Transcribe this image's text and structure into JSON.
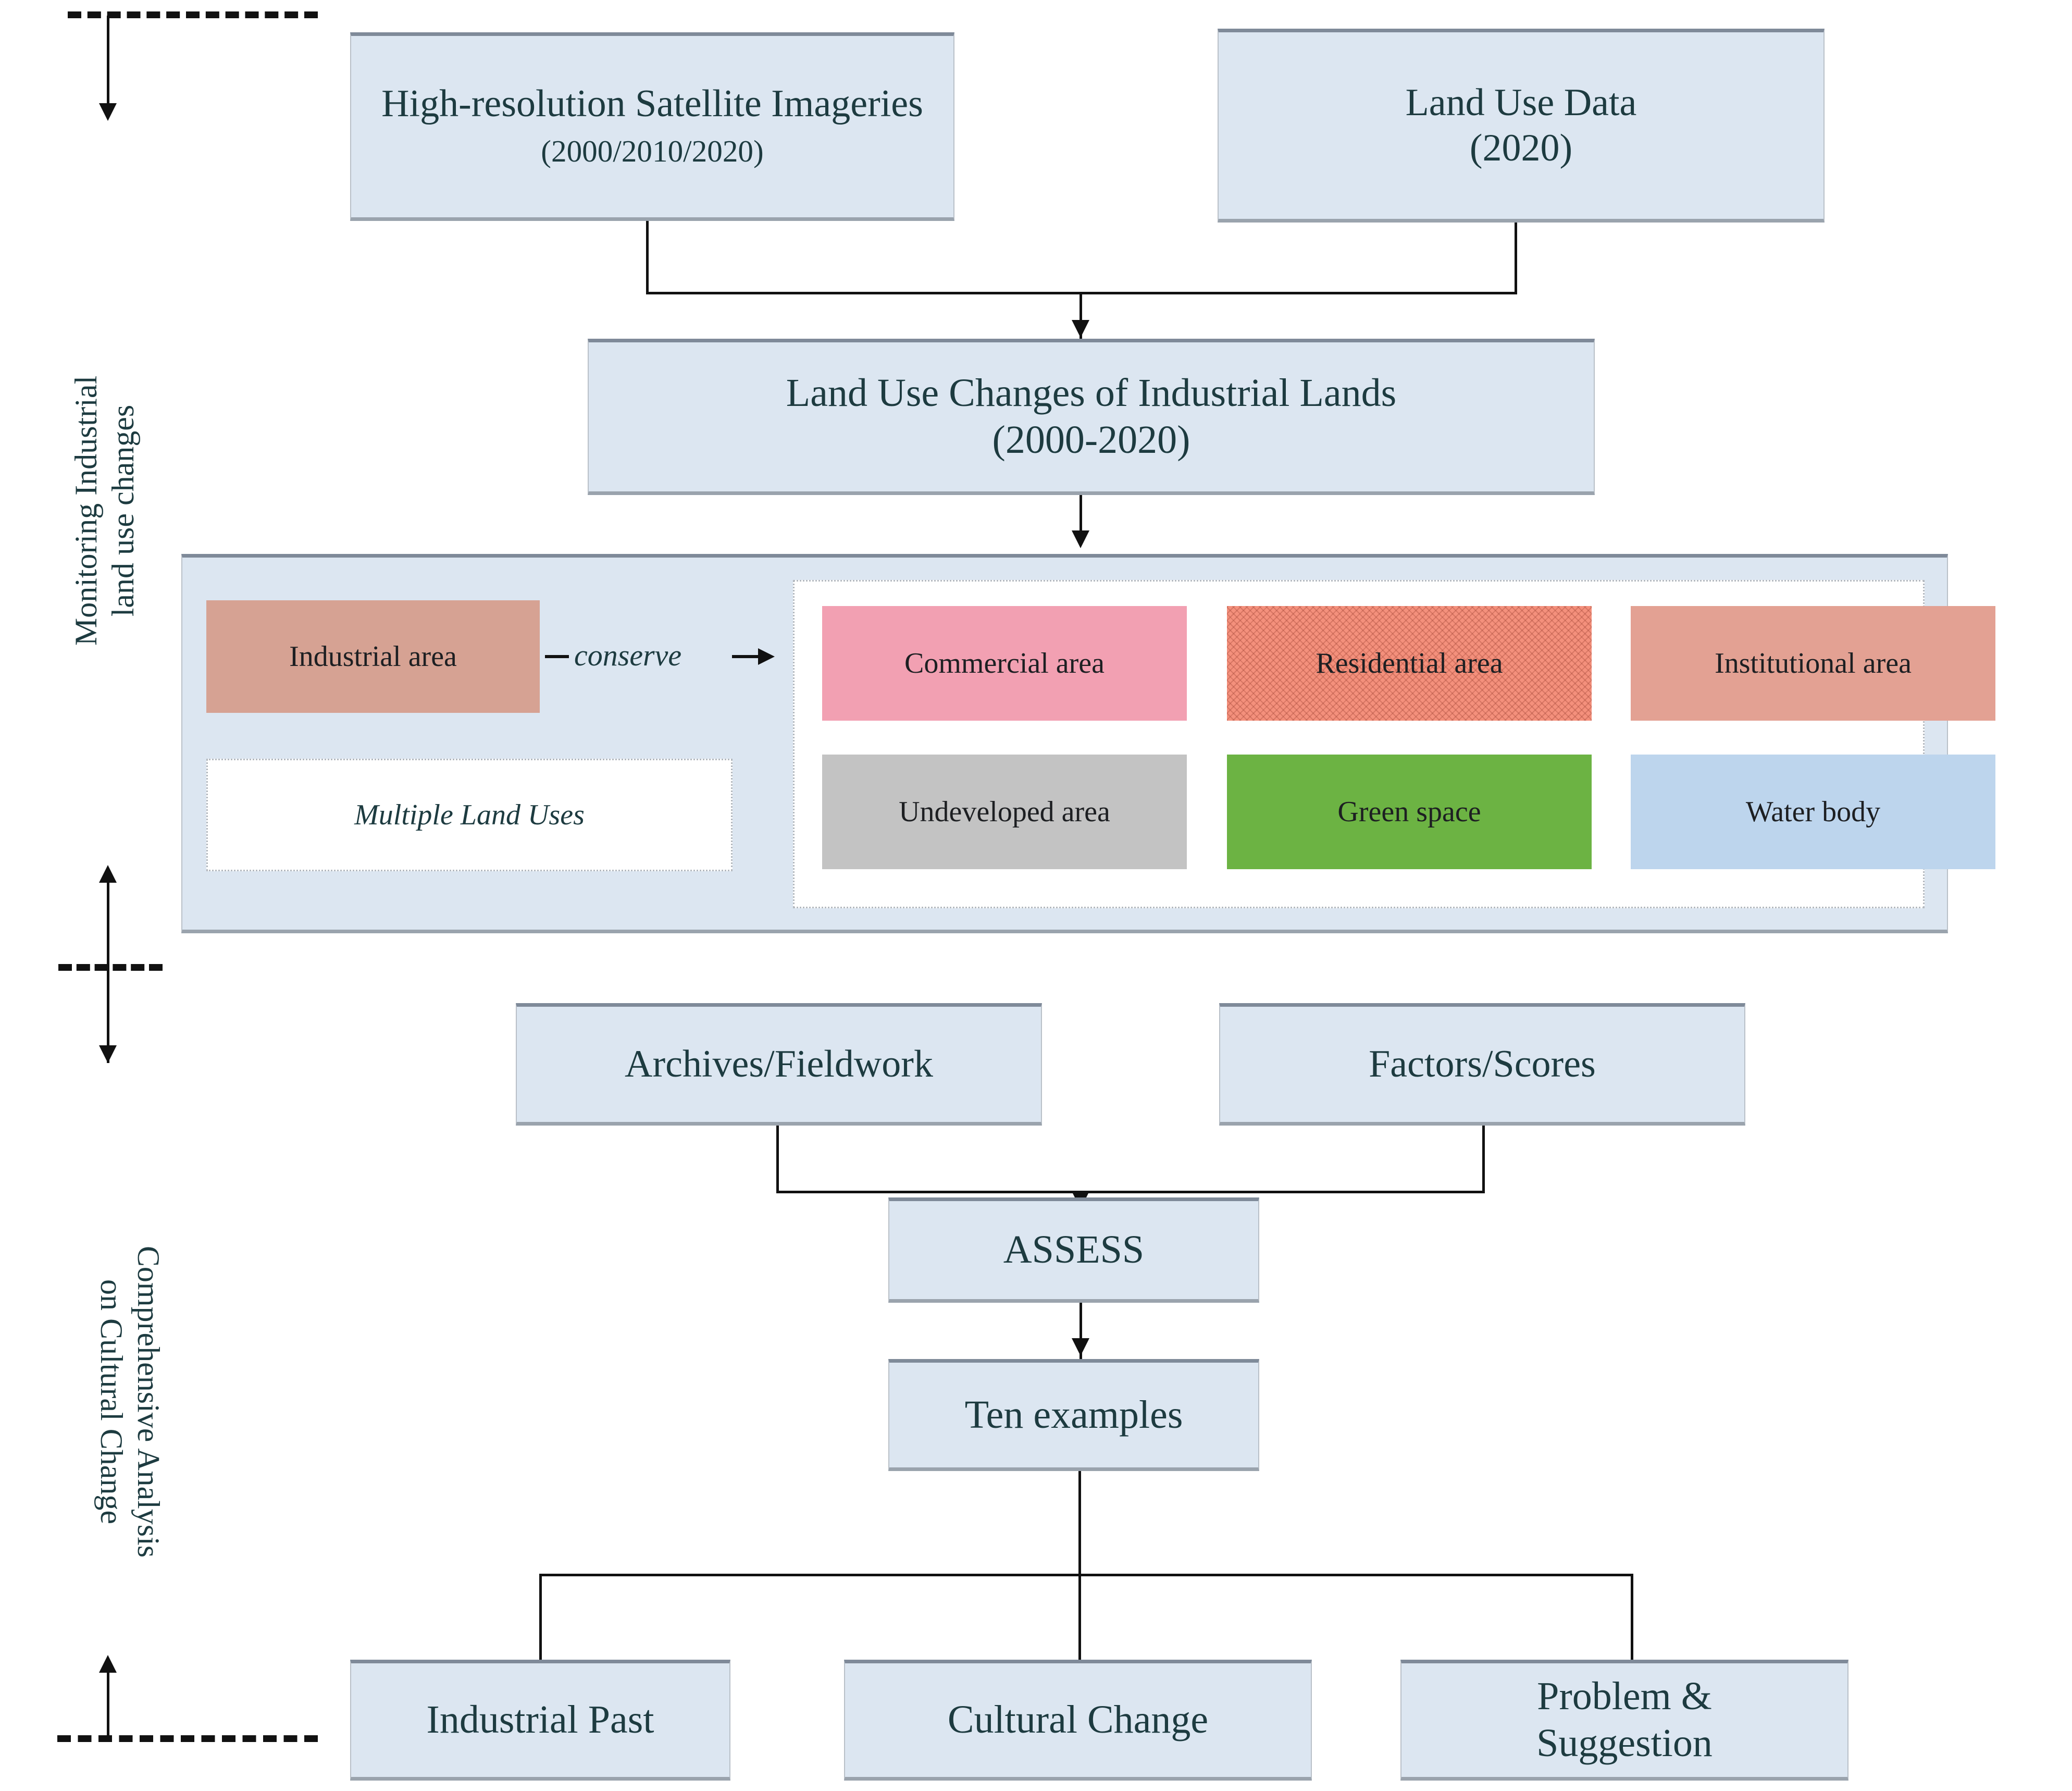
{
  "diagram": {
    "title": "Research framework flowchart: industrial land use change and cultural change",
    "colors": {
      "box_fill": "#dce6f1",
      "box_border": "#7f8a99",
      "text": "#1d3b40",
      "line": "#111111",
      "industrial": "#d6a293",
      "commercial": "#f2a0b2",
      "residential": "#f4907c",
      "institutional": "#e3a193",
      "undeveloped": "#c3c3c3",
      "green_space": "#6cb343",
      "water_body": "#bdd5ed",
      "multiple_land_uses": "#ffffff"
    }
  },
  "side_labels": {
    "upper": "Monitoring Industrial\nland use changes",
    "lower": "Comprehensive Analysis\non Cultural Change"
  },
  "sources": [
    {
      "title": "High-resolution Satellite\nImageries ",
      "sub": "(2000/2010/2020)"
    },
    {
      "title": "Land Use Data\n(2020)",
      "sub": ""
    }
  ],
  "change_box": {
    "line1": "Land Use Changes of Industrial Lands",
    "line2": "(2000-2020)"
  },
  "land_use": {
    "origin": [
      {
        "label": "Industrial area",
        "swatch": "industrial"
      },
      {
        "label": "Multiple Land Uses",
        "swatch": "multiple_land_uses"
      }
    ],
    "relation": "conserve",
    "targets": [
      {
        "label": "Commercial area",
        "swatch": "commercial"
      },
      {
        "label": "Residential area",
        "swatch": "residential"
      },
      {
        "label": "Institutional area",
        "swatch": "institutional"
      },
      {
        "label": "Undeveloped area",
        "swatch": "undeveloped"
      },
      {
        "label": "Green space",
        "swatch": "green_space"
      },
      {
        "label": "Water body",
        "swatch": "water_body"
      }
    ]
  },
  "analysis": {
    "inputs": [
      {
        "label": "Archives/Fieldwork"
      },
      {
        "label": "Factors/Scores"
      }
    ],
    "assess": "ASSESS",
    "examples": "Ten examples",
    "outcomes": [
      {
        "line1": "Industrial Past",
        "line2": ""
      },
      {
        "line1": "Cultural Change",
        "line2": ""
      },
      {
        "line1": "Problem &",
        "line2": "Suggestion"
      }
    ]
  }
}
